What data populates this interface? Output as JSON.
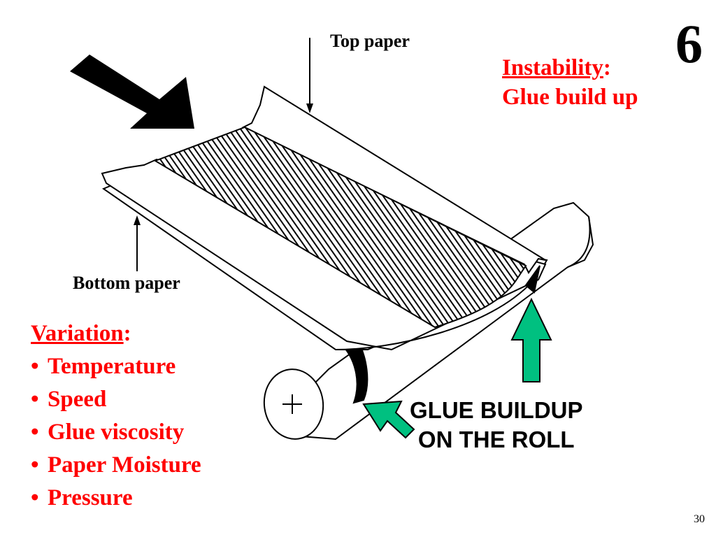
{
  "slide": {
    "corner_number": "6",
    "page_number": "30"
  },
  "labels": {
    "top_paper": "Top paper",
    "bottom_paper": "Bottom paper"
  },
  "instability": {
    "heading": "Instability",
    "colon": ":",
    "subtitle": "Glue build up"
  },
  "variation": {
    "heading": "Variation",
    "colon": ":",
    "bullet": "•",
    "items": [
      "Temperature",
      "Speed",
      "Glue viscosity",
      "Paper Moisture",
      "Pressure"
    ]
  },
  "callout": {
    "line1": "GLUE BUILDUP",
    "line2": "ON THE ROLL"
  },
  "colors": {
    "accent_red": "#ff0000",
    "arrow_green": "#00c080",
    "ink": "#000000"
  }
}
